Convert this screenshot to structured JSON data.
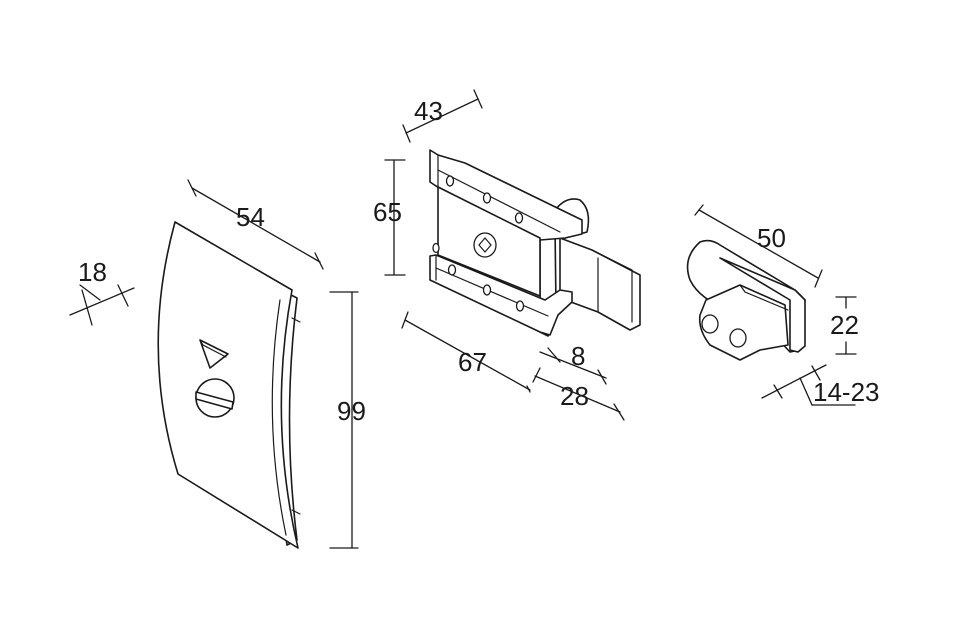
{
  "dimensions": {
    "cover_width": "54",
    "cover_depth": "18",
    "cover_height": "99",
    "lock_depth": "43",
    "lock_height": "65",
    "lock_length": "67",
    "bolt_offset": "8",
    "bolt_length": "28",
    "keeper_width": "50",
    "keeper_height": "22",
    "door_thickness": "14-23"
  },
  "colors": {
    "line": "#1a1a1a",
    "background": "#ffffff"
  },
  "icons": {
    "indicator": "triangle-indicator-icon",
    "slot_screw": "slotted-screw-icon"
  }
}
